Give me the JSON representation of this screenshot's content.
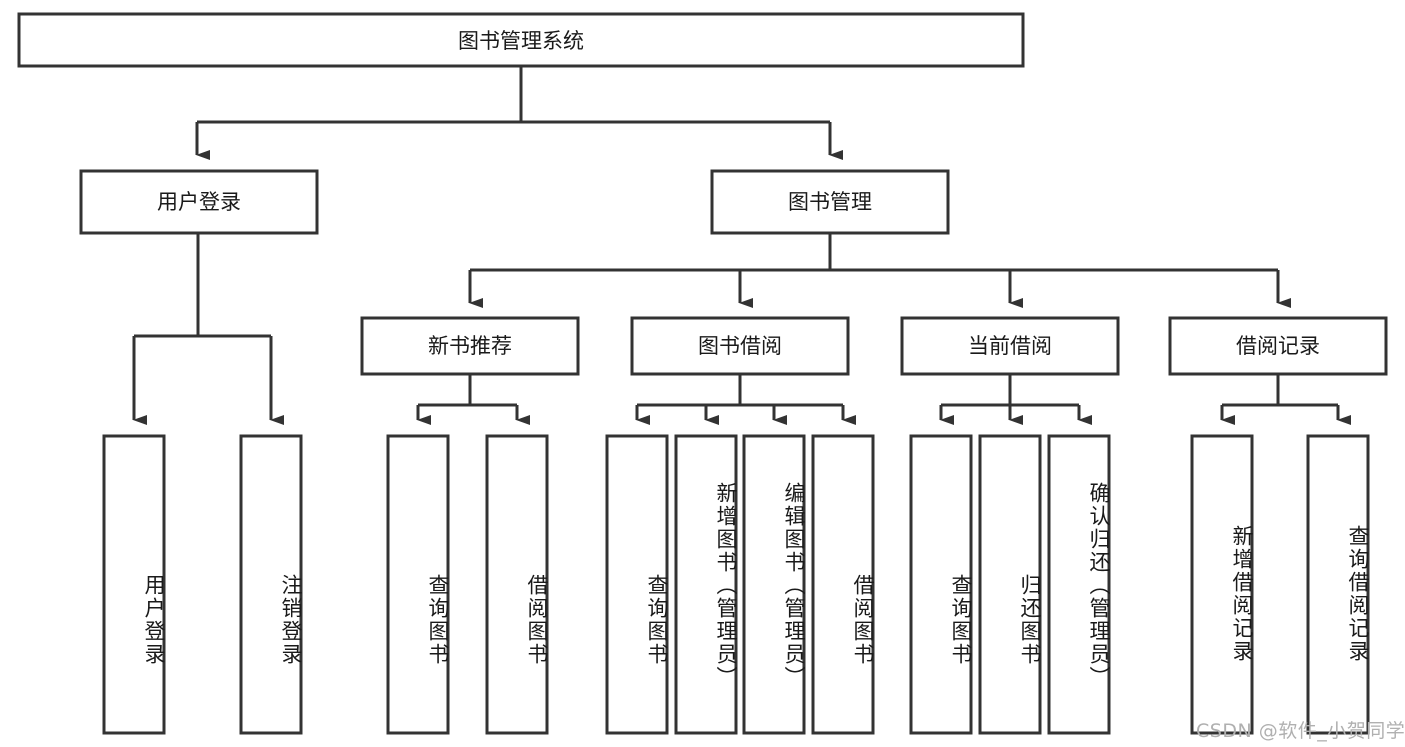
{
  "diagram": {
    "type": "tree",
    "title": "图书管理系统",
    "orientation": "top-down",
    "colors": {
      "background": "#ffffff",
      "node_fill": "#ffffff",
      "node_stroke": "#333333",
      "text": "#1a1a1a",
      "watermark": "#b0b0b0"
    },
    "levels": [
      {
        "level": 1,
        "nodes": [
          {
            "id": "root",
            "label": "图书管理系统",
            "text_orientation": "horizontal"
          }
        ]
      },
      {
        "level": 2,
        "nodes": [
          {
            "id": "login",
            "label": "用户登录",
            "parent": "root",
            "text_orientation": "horizontal"
          },
          {
            "id": "bookmgmt",
            "label": "图书管理",
            "parent": "root",
            "text_orientation": "horizontal"
          }
        ]
      },
      {
        "level": 3,
        "nodes": [
          {
            "id": "newbook",
            "label": "新书推荐",
            "parent": "bookmgmt",
            "text_orientation": "horizontal"
          },
          {
            "id": "borrow",
            "label": "图书借阅",
            "parent": "bookmgmt",
            "text_orientation": "horizontal"
          },
          {
            "id": "current",
            "label": "当前借阅",
            "parent": "bookmgmt",
            "text_orientation": "horizontal"
          },
          {
            "id": "records",
            "label": "借阅记录",
            "parent": "bookmgmt",
            "text_orientation": "horizontal"
          }
        ]
      },
      {
        "level": 4,
        "nodes": [
          {
            "id": "leaf1",
            "label": "用户登录",
            "parent": "login",
            "text_orientation": "vertical"
          },
          {
            "id": "leaf2",
            "label": "注销登录",
            "parent": "login",
            "text_orientation": "vertical"
          },
          {
            "id": "leaf3",
            "label": "查询图书",
            "parent": "newbook",
            "text_orientation": "vertical"
          },
          {
            "id": "leaf4",
            "label": "借阅图书",
            "parent": "newbook",
            "text_orientation": "vertical"
          },
          {
            "id": "leaf5",
            "label": "查询图书",
            "parent": "borrow",
            "text_orientation": "vertical"
          },
          {
            "id": "leaf6",
            "label": "新增图书（管理员）",
            "parent": "borrow",
            "text_orientation": "vertical"
          },
          {
            "id": "leaf7",
            "label": "编辑图书（管理员）",
            "parent": "borrow",
            "text_orientation": "vertical"
          },
          {
            "id": "leaf8",
            "label": "借阅图书",
            "parent": "borrow",
            "text_orientation": "vertical"
          },
          {
            "id": "leaf9",
            "label": "查询图书",
            "parent": "current",
            "text_orientation": "vertical"
          },
          {
            "id": "leaf10",
            "label": "归还图书",
            "parent": "current",
            "text_orientation": "vertical"
          },
          {
            "id": "leaf11",
            "label": "确认归还（管理员）",
            "parent": "current",
            "text_orientation": "vertical"
          },
          {
            "id": "leaf12",
            "label": "新增借阅记录",
            "parent": "records",
            "text_orientation": "vertical"
          },
          {
            "id": "leaf13",
            "label": "查询借阅记录",
            "parent": "records",
            "text_orientation": "vertical"
          }
        ]
      }
    ]
  },
  "watermark": {
    "text": "CSDN @软件_小贺同学"
  }
}
